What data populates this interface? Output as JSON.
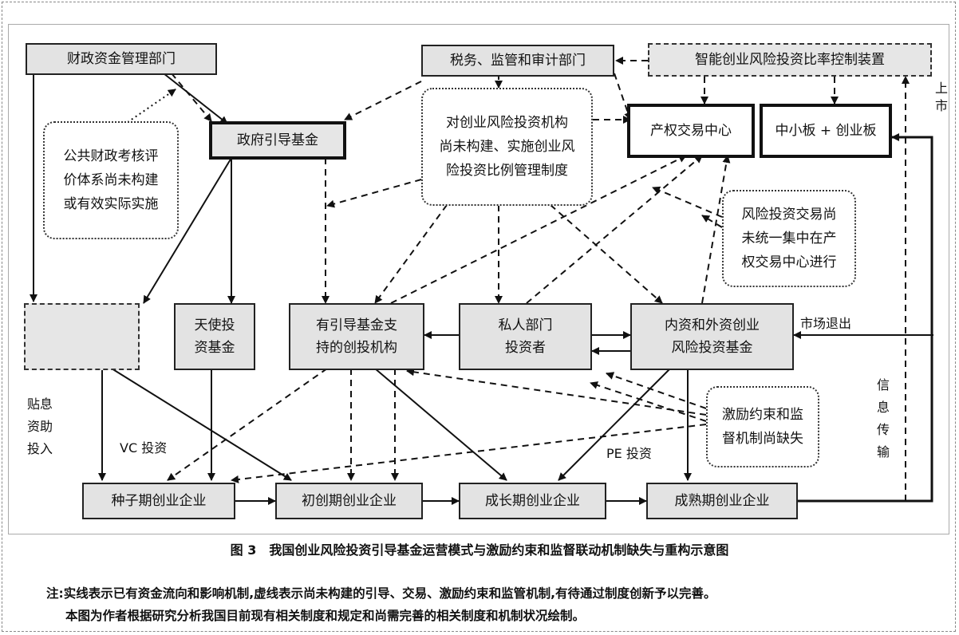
{
  "nodes": {
    "fiscal_dept": "财政资金管理部门",
    "tax_dept": "税务、监管和审计部门",
    "smart_device": "智能创业风险投资比率控制装置",
    "gov_fund": "政府引导基金",
    "public_eval_l1": "公共财政考核评",
    "public_eval_l2": "价体系尚未构建",
    "public_eval_l3": "或有效实际实施",
    "vc_mgmt_l1": "对创业风险投资机构",
    "vc_mgmt_l2": "尚未构建、实施创业风",
    "vc_mgmt_l3": "险投资比例管理制度",
    "property_center": "产权交易中心",
    "sme_board": "中小板 + 创业板",
    "vc_trade_l1": "风险投资交易尚",
    "vc_trade_l2": "未统一集中在产",
    "vc_trade_l3": "权交易中心进行",
    "angel_l1": "天使投",
    "angel_l2": "资基金",
    "guided_vc_l1": "有引导基金支",
    "guided_vc_l2": "持的创投机构",
    "private_l1": "私人部门",
    "private_l2": "投资者",
    "domestic_l1": "内资和外资创业",
    "domestic_l2": "风险投资基金",
    "incentive_l1": "激励约束和监",
    "incentive_l2": "督机制尚缺失",
    "seed": "种子期创业企业",
    "startup": "初创期创业企业",
    "growth": "成长期创业企业",
    "mature": "成熟期创业企业"
  },
  "labels": {
    "listing_1": "上",
    "listing_2": "市",
    "market_exit": "市场退出",
    "info_1": "信",
    "info_2": "息",
    "info_3": "传",
    "info_4": "输",
    "subsidy_1": "贴息",
    "subsidy_2": "资助",
    "subsidy_3": "投入",
    "vc_invest": "VC 投资",
    "pe_invest": "PE 投资"
  },
  "caption": "图 3　我国创业风险投资引导基金运营模式与激励约束和监督联动机制缺失与重构示意图",
  "note_line1": "注:实线表示已有资金流向和影响机制,虚线表示尚未构建的引导、交易、激励约束和监管机制,有待通过制度创新予以完善。",
  "note_line2": "本图为作者根据研究分析我国目前现有相关制度和规定和尚需完善的相关制度和机制状况绘制。"
}
